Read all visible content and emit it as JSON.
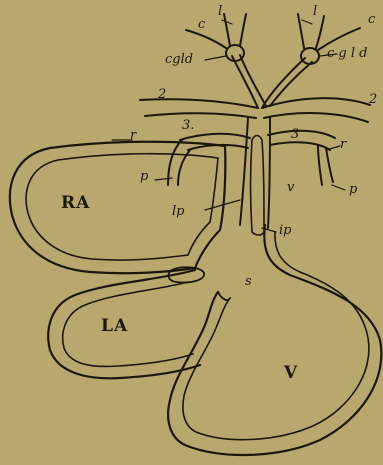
{
  "labels": {
    "l_left": "l",
    "l_right": "l",
    "c_left": "c",
    "c_right": "c",
    "cgld_left": "cgld",
    "cgld_right": "c g l d",
    "two_left": "2",
    "two_right": "2",
    "three_left": "3.",
    "three_right": "3",
    "r_left": "r",
    "r_right": "r",
    "p_left": "p",
    "p_right": "p",
    "v_small": "v",
    "lp": "lp",
    "ip": "ip",
    "s": "s",
    "ra": "RA",
    "la": "LA",
    "v_big": "V"
  },
  "colors": {
    "background": "#b8a86e",
    "vessel_fill": "#d4c594",
    "outline": "#1c170c"
  }
}
